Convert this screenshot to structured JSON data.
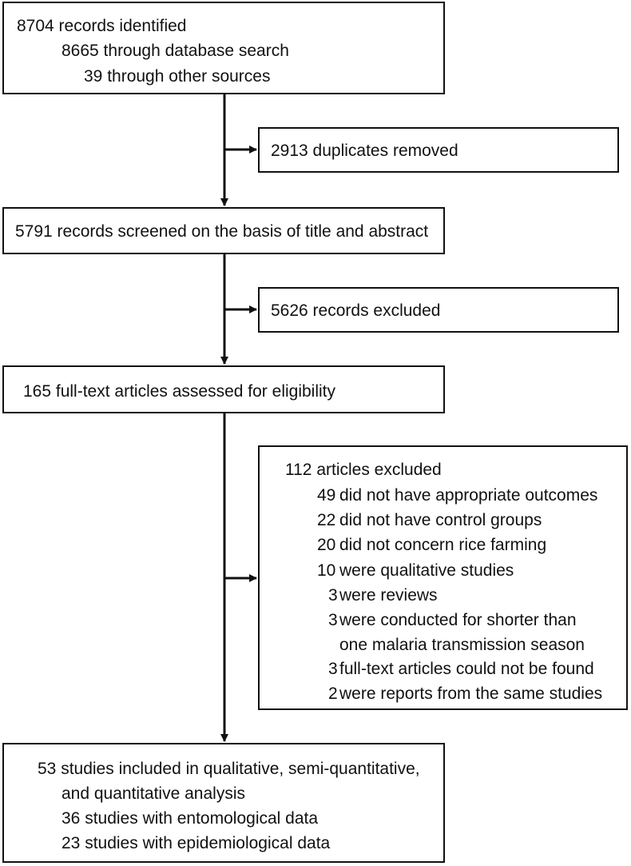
{
  "identification": {
    "total": "8704 records identified",
    "database": "8665 through database search",
    "other": "39 through other sources"
  },
  "duplicates": {
    "text": "2913 duplicates removed"
  },
  "screening": {
    "text": "5791 records screened on the basis of title and abstract"
  },
  "excluded_records": {
    "text": "5626 records excluded"
  },
  "eligibility": {
    "text": "165 full-text articles assessed for eligibility"
  },
  "excluded_articles": {
    "header": "112 articles excluded",
    "reasons": [
      {
        "count": "49",
        "text": "did not have appropriate outcomes"
      },
      {
        "count": "22",
        "text": "did not have control groups"
      },
      {
        "count": "20",
        "text": "did not concern rice farming"
      },
      {
        "count": "10",
        "text": "were qualitative studies"
      },
      {
        "count": "3",
        "text": "were reviews"
      },
      {
        "count": "3",
        "text": "were conducted for shorter than"
      },
      {
        "count": "",
        "text": "one malaria transmission season"
      },
      {
        "count": "3",
        "text": "full-text articles could not be found"
      },
      {
        "count": "2",
        "text": "were reports from the same studies"
      }
    ]
  },
  "included": {
    "line1": "53 studies included in qualitative, semi-quantitative,",
    "line2": "and quantitative analysis",
    "line3": "36 studies with entomological data",
    "line4": "23 studies with epidemiological data"
  }
}
